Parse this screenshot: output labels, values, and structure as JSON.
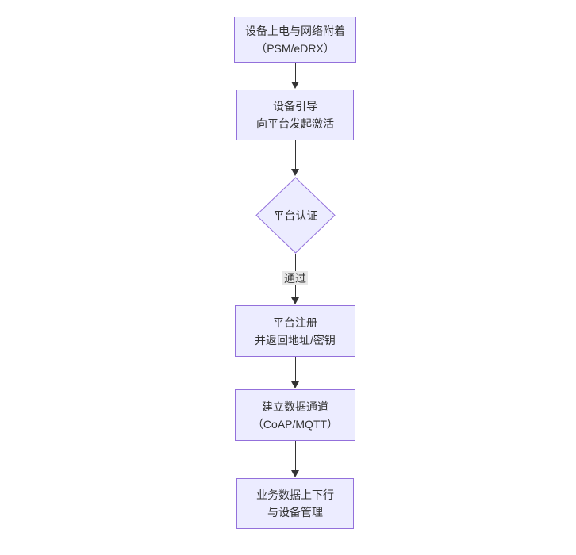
{
  "diagram": {
    "type": "flowchart-top-down",
    "nodes": {
      "power": {
        "line1": "设备上电与网络附着",
        "line2": "（PSM/eDRX）"
      },
      "bootstrap": {
        "line1": "设备引导",
        "line2": "向平台发起激活"
      },
      "auth": {
        "label": "平台认证"
      },
      "register": {
        "line1": "平台注册",
        "line2": "并返回地址/密钥"
      },
      "channel": {
        "line1": "建立数据通道",
        "line2": "（CoAP/MQTT）"
      },
      "business": {
        "line1": "业务数据上下行",
        "line2": "与设备管理"
      }
    },
    "edges": {
      "auth_to_register_label": "通过"
    },
    "colors": {
      "node_fill": "#ECECFF",
      "node_border": "#9370DB",
      "text": "#333333",
      "line": "#333333",
      "edge_label_bg": "#E8E8E8",
      "background": "#FFFFFF"
    }
  }
}
